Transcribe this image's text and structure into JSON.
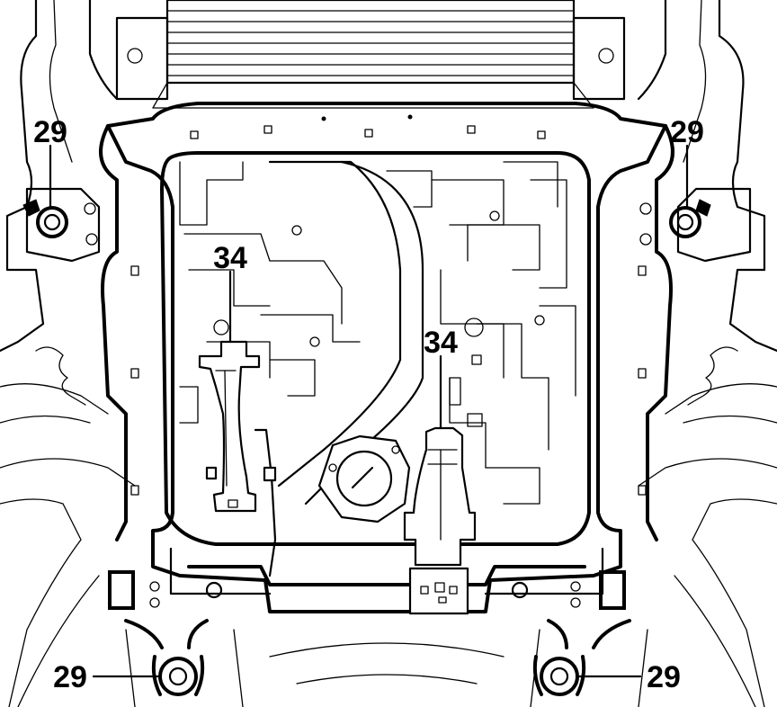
{
  "diagram": {
    "callouts": [
      {
        "id": "upper-left",
        "label": "29"
      },
      {
        "id": "upper-right",
        "label": "29"
      },
      {
        "id": "mid-left",
        "label": "34"
      },
      {
        "id": "mid-right",
        "label": "34"
      },
      {
        "id": "lower-left",
        "label": "29"
      },
      {
        "id": "lower-right",
        "label": "29"
      }
    ]
  }
}
